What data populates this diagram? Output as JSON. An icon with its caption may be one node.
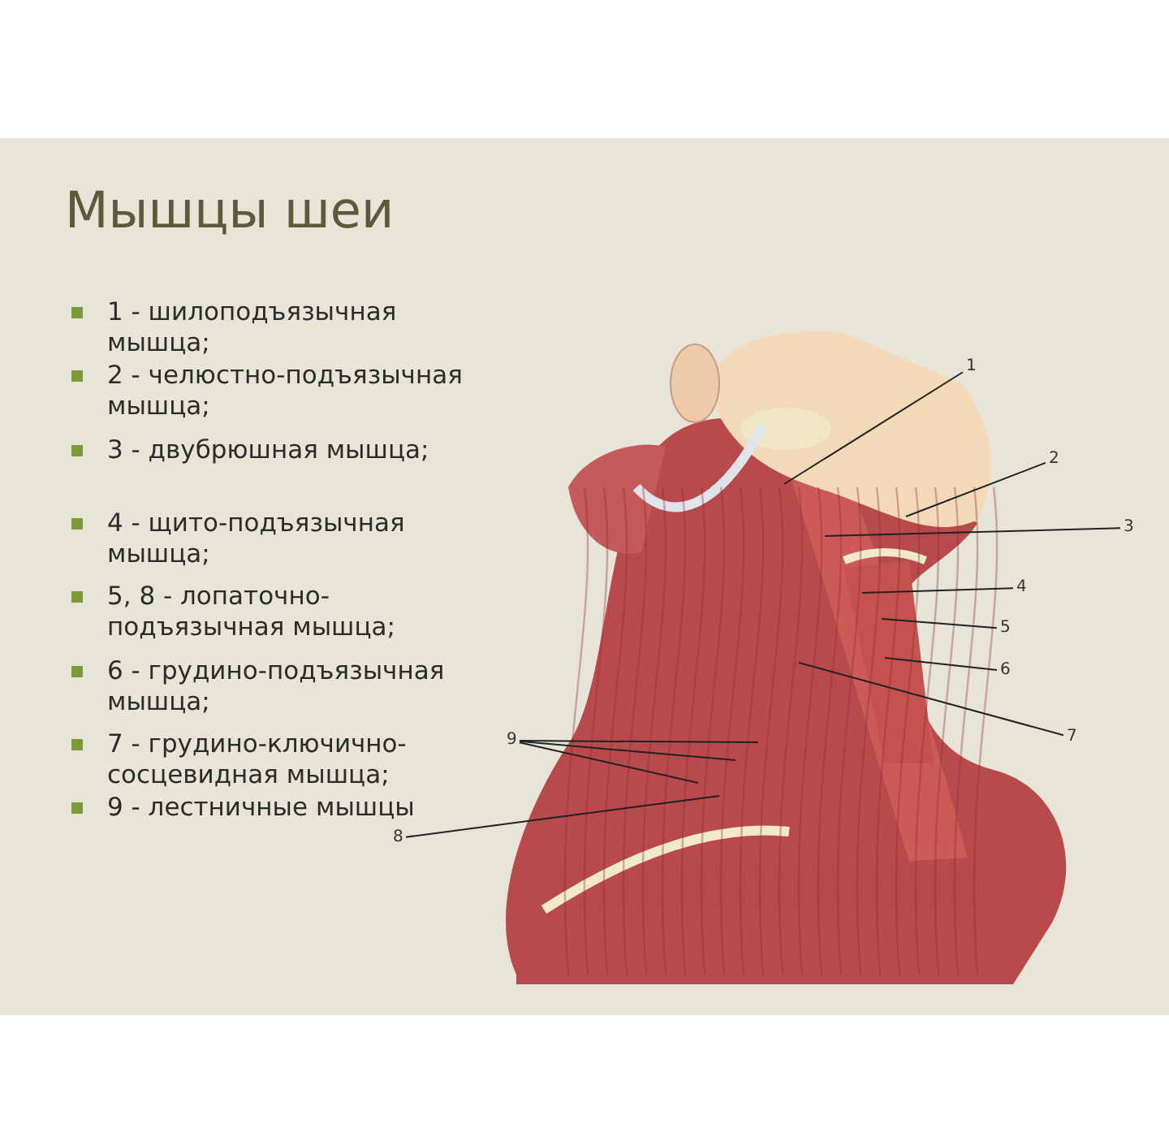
{
  "diagram": {
    "title": "Мышцы шеи",
    "nodes": [
      {
        "text": [
          "1"
        ]
      },
      {
        "text": [
          "2"
        ]
      },
      {
        "text": [
          "3"
        ]
      },
      {
        "text": [
          "4"
        ]
      },
      {
        "text": [
          "5"
        ]
      },
      {
        "text": [
          "6"
        ]
      },
      {
        "text": [
          "9"
        ]
      },
      {
        "text": [
          "7"
        ]
      },
      {
        "text": [
          "8"
        ]
      }
    ],
    "edges": [
      {
        "from": 0,
        "to": null,
        "arrow": "none"
      },
      {
        "from": 1,
        "to": null,
        "arrow": "none"
      },
      {
        "from": 2,
        "to": null,
        "arrow": "none"
      },
      {
        "from": 3,
        "to": null,
        "arrow": "none"
      },
      {
        "from": 4,
        "to": null,
        "arrow": "none"
      },
      {
        "from": 5,
        "to": null,
        "arrow": "none"
      },
      {
        "from": 6,
        "to": null,
        "arrow": "none"
      },
      {
        "from": 6,
        "to": null,
        "arrow": "none"
      },
      {
        "from": 6,
        "to": null,
        "arrow": "none"
      },
      {
        "from": 7,
        "to": null,
        "arrow": "none"
      },
      {
        "from": 8,
        "to": null,
        "arrow": "none"
      }
    ],
    "labels": [
      "1 - шилоподъязычная мышца;",
      "2 - челюстно-подъязычная мышца;",
      "3 - двубрюшная мышца;",
      "4 - щито-подъязычная мышца;",
      "5, 8 - лопаточно-подъязычная мышца;",
      "6 - грудино-подъязычная мышца;",
      "7 - грудино-ключично-сосцевидная мышца;",
      "9 - лестничные мышцы"
    ]
  }
}
